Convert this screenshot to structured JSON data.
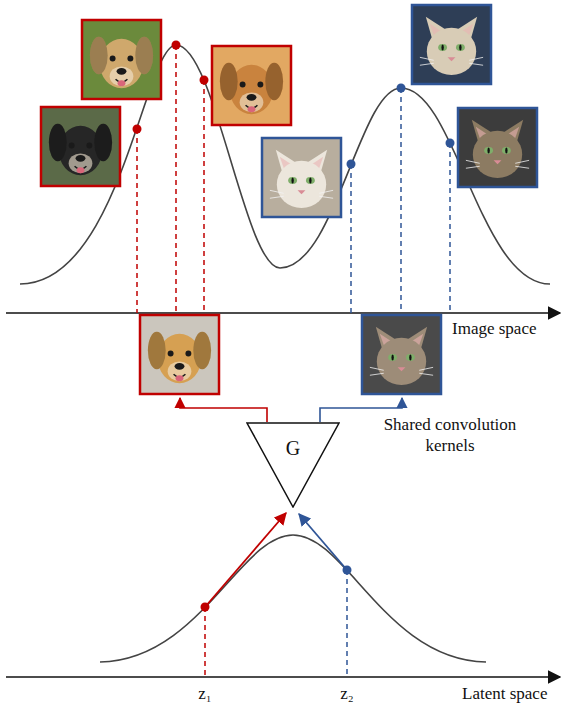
{
  "diagram": {
    "nodes": [
      {
        "text": [
          "G"
        ]
      }
    ],
    "labels": [
      "Image space",
      "Shared convolution kernels",
      "z₁",
      "z₂",
      "Latent space"
    ]
  }
}
